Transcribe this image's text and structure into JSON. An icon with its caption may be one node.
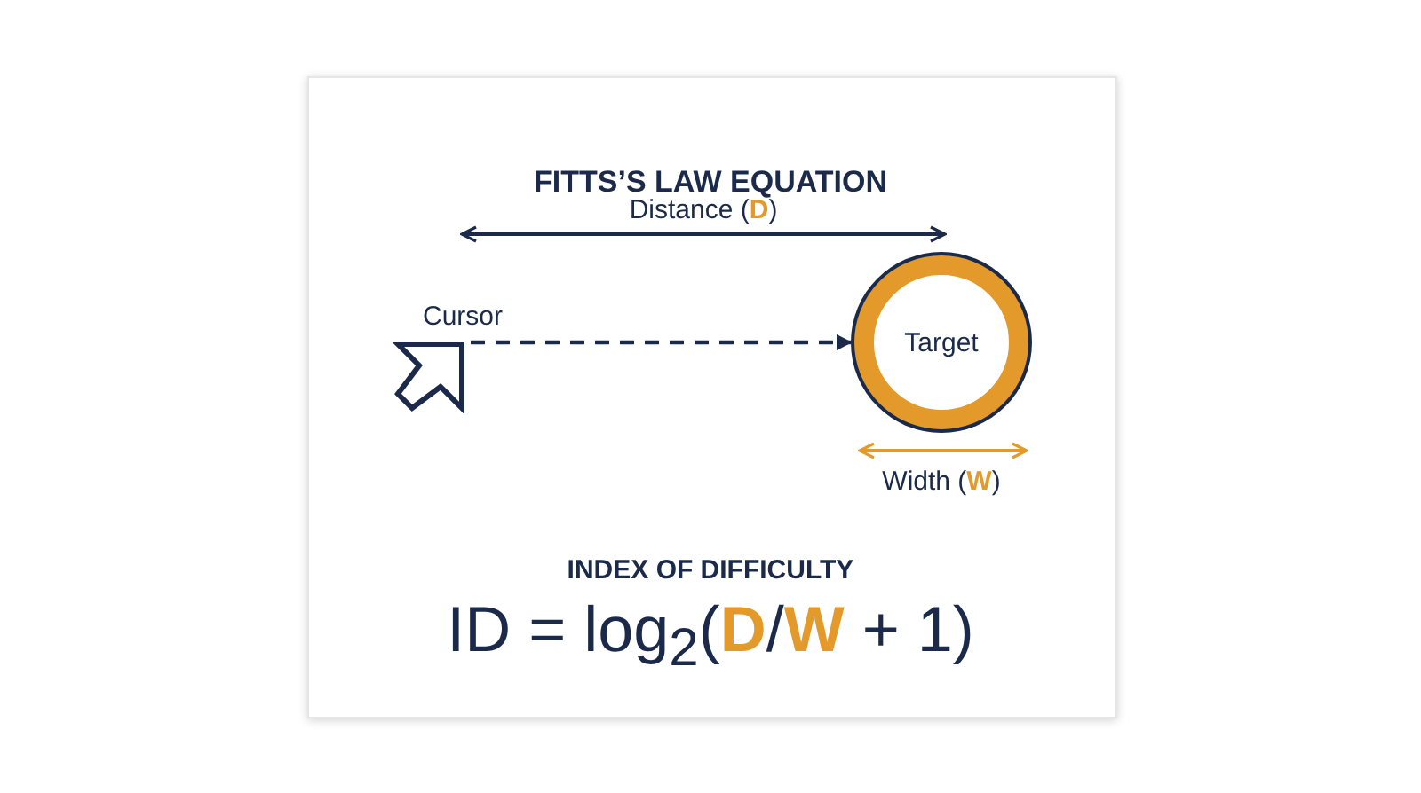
{
  "diagram": {
    "title": "FITTS’S LAW EQUATION",
    "nodes": [
      {
        "text": [],
        "shape": "cursor",
        "beside": [
          "Cursor"
        ]
      },
      {
        "text": [
          "Target"
        ]
      }
    ],
    "edges": [
      {
        "from": 0,
        "to": 1,
        "arrow": "to",
        "style": "dashed"
      }
    ],
    "labels": [
      "Distance (**D**)",
      "Width (**W**)",
      "INDEX OF DIFFICULTY",
      "ID = log$_{2}$(**D**/**W** + 1)"
    ]
  }
}
